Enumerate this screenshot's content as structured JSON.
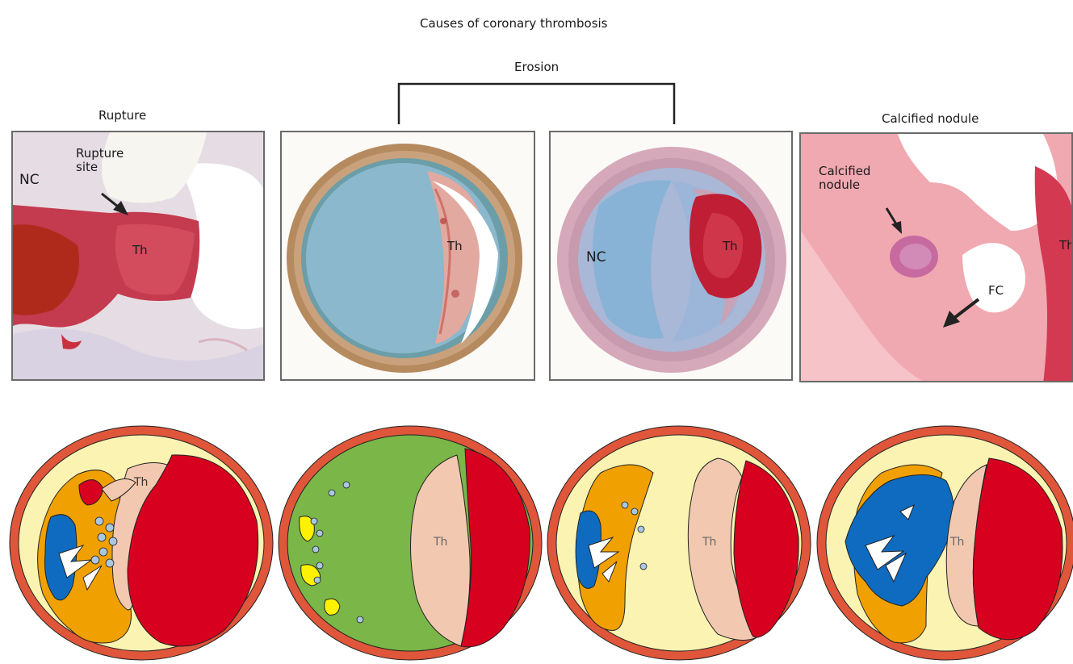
{
  "figure_title": "Causes of coronary thrombosis",
  "group_label_erosion": "Erosion",
  "panels": {
    "rupture": {
      "heading": "Rupture",
      "label_nc": "NC",
      "label_rupture_site": "Rupture\nsite",
      "label_th": "Th"
    },
    "erosion_1": {
      "label_th": "Th"
    },
    "erosion_2": {
      "label_nc": "NC",
      "label_th": "Th"
    },
    "calcified_nodule": {
      "heading": "Calcified nodule",
      "label_calcified_nodule": "Calcified\nnodule",
      "label_fc": "FC",
      "label_th": "Th"
    }
  },
  "diagrams": {
    "rupture": {
      "label_th": "Th"
    },
    "erosion_1": {
      "label_th": "Th"
    },
    "erosion_2": {
      "label_th": "Th"
    },
    "calcified_nodule": {
      "label_th": "Th"
    }
  },
  "colors": {
    "vessel_wall": "#e0563a",
    "intima": "#fbf3b1",
    "lumen": "#d7001f",
    "thrombus": "#f2c9b0",
    "necrotic_core": "#f0a000",
    "calcium": "#0f6bc0",
    "proteoglycan": "#7ab648",
    "foam_cells": "#fff200",
    "inflammatory_cells": "#a9c7e2"
  }
}
